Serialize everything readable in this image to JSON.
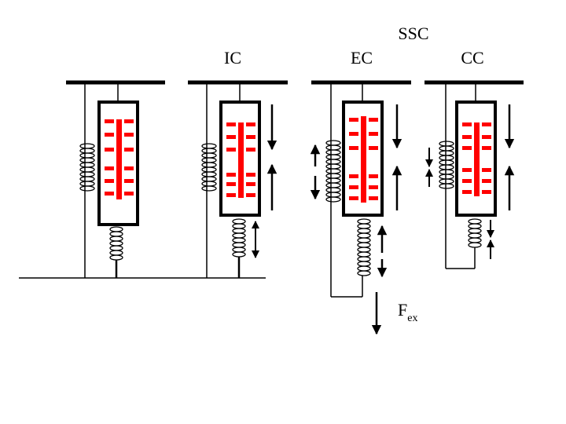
{
  "labels": {
    "ic": "IC",
    "ec": "EC",
    "ssc": "SSC",
    "cc": "CC",
    "force_main": "F",
    "force_sub": "ex"
  },
  "colors": {
    "line": "#000000",
    "muscle": "#ff0000",
    "background": "#ffffff"
  }
}
